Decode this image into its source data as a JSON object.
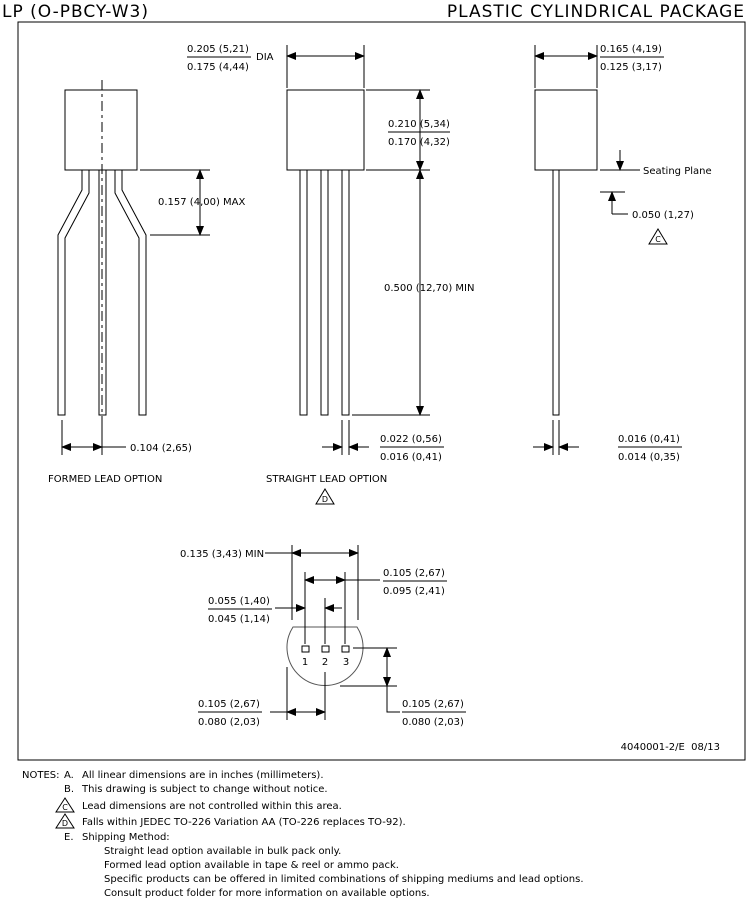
{
  "header": {
    "code": "LP (O-PBCY-W3)",
    "title": "PLASTIC CYLINDRICAL PACKAGE"
  },
  "formed": {
    "lead_height": "0.157 (4,00) MAX",
    "pitch": "0.104 (2,65)",
    "label": "FORMED LEAD OPTION"
  },
  "straight": {
    "dia_top": "0.205 (5,21)",
    "dia_bottom": "0.175 (4,44)",
    "dia": "DIA",
    "h_top": "0.210 (5,34)",
    "h_bottom": "0.170 (4,32)",
    "lead_len": "0.500 (12,70) MIN",
    "lw_top": "0.022 (0,56)",
    "lw_bottom": "0.016 (0,41)",
    "label": "STRAIGHT LEAD OPTION",
    "note": "D"
  },
  "side": {
    "w_top": "0.165 (4,19)",
    "w_bottom": "0.125 (3,17)",
    "seating": "Seating Plane",
    "seat_dim": "0.050 (1,27)",
    "note": "C",
    "lt_top": "0.016 (0,41)",
    "lt_bottom": "0.014 (0,35)"
  },
  "bottom": {
    "span": "0.135 (3,43) MIN",
    "pitch_top": "0.105 (2,67)",
    "pitch_bottom": "0.095 (2,41)",
    "half_top": "0.055 (1,40)",
    "half_bottom": "0.045 (1,14)",
    "c_top": "0.105 (2,67)",
    "c_bottom": "0.080 (2,03)",
    "r_top": "0.105 (2,67)",
    "r_bottom": "0.080 (2,03)",
    "pins": [
      "1",
      "2",
      "3"
    ]
  },
  "drawing_id": "4040001-2/E  08/13",
  "notes": {
    "label": "NOTES:",
    "items": [
      {
        "mark": "A.",
        "text": "All linear dimensions are in inches (millimeters)."
      },
      {
        "mark": "B.",
        "text": "This drawing is subject to change without notice."
      },
      {
        "mark": "C",
        "text": "Lead dimensions are not controlled within this area."
      },
      {
        "mark": "D",
        "text": "Falls within JEDEC TO-226 Variation AA (TO-226 replaces TO-92)."
      },
      {
        "mark": "E.",
        "text": "Shipping Method:"
      }
    ],
    "shipping": [
      "Straight lead option available in bulk pack only.",
      "Formed lead option available in tape & reel or ammo pack.",
      "Specific products can be offered in limited combinations of shipping mediums and lead options.",
      "Consult product folder for more information on available options."
    ]
  }
}
